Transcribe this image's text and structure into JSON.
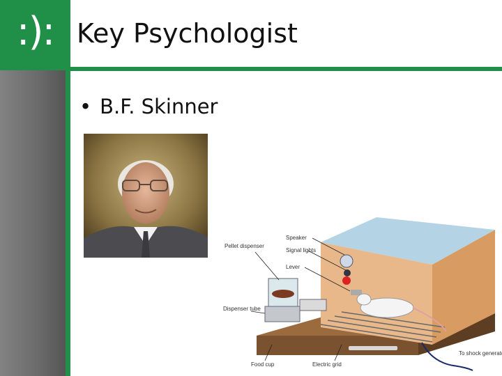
{
  "logo": {
    "text": ":):"
  },
  "slide": {
    "title": "Key Psychologist",
    "bullets": [
      {
        "text": "B.F. Skinner"
      }
    ]
  },
  "diagram": {
    "labels": {
      "speaker": "Speaker",
      "signal_lights": "Signal lights",
      "lever": "Lever",
      "pellet_dispenser": "Pellet dispenser",
      "dispenser_tube": "Dispenser tube",
      "food_cup": "Food cup",
      "electric_grid": "Electric grid",
      "to_shock_generator": "To shock generator"
    }
  },
  "colors": {
    "accent": "#208f47",
    "sidebar": "#6e6e6e"
  }
}
